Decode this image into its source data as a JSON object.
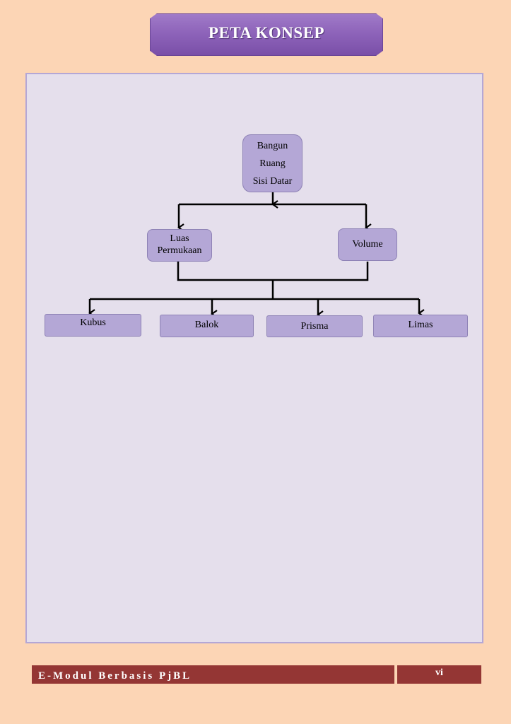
{
  "header": {
    "title": "PETA KONSEP"
  },
  "concept_map": {
    "root": {
      "lines": [
        "Bangun",
        "Ruang",
        "Sisi Datar"
      ]
    },
    "level1": [
      {
        "lines": [
          "Luas",
          "Permukaan"
        ]
      },
      {
        "lines": [
          "Volume"
        ]
      }
    ],
    "level2": [
      "Kubus",
      "Balok",
      "Prisma",
      "Limas"
    ]
  },
  "footer": {
    "module_text": "E-Modul Berbasis PjBL",
    "page_number": "vi"
  },
  "colors": {
    "page_background": "#fcd5b5",
    "panel_background": "#e5dfec",
    "panel_border": "#b4a7d6",
    "node_fill": "#b4a7d6",
    "title_banner": "#8e64ba",
    "footer_bar": "#943634"
  }
}
